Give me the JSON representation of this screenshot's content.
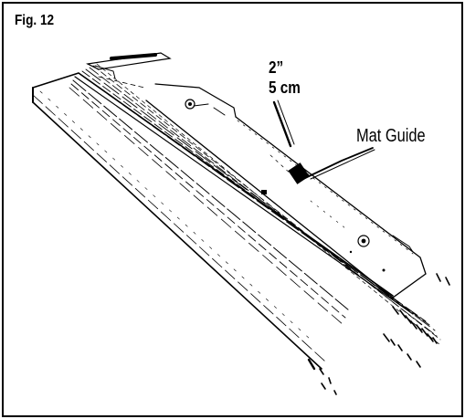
{
  "figure": {
    "label": "Fig. 12",
    "dimension_inches": "2”",
    "dimension_cm": "5 cm",
    "callout": "Mat Guide"
  },
  "colors": {
    "ink": "#000000",
    "paper": "#ffffff"
  }
}
